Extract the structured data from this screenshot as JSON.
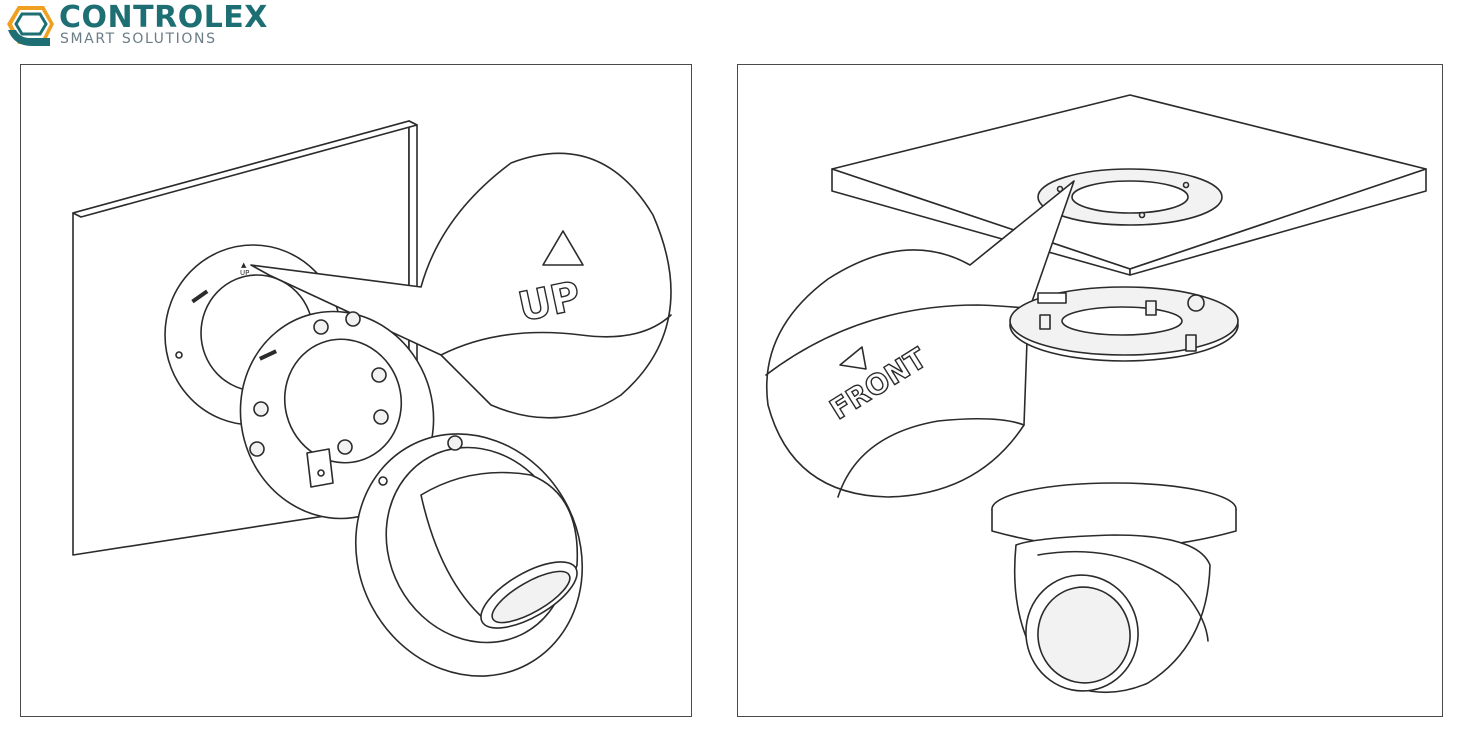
{
  "header": {
    "brand_name": "CONTROLEX",
    "brand_tagline": "SMART SOLUTIONS",
    "logo_colors": {
      "primary": "#1d6f74",
      "accent": "#f0a020",
      "secondary": "#6a7c86"
    }
  },
  "panels": {
    "wall_mount": {
      "marker_label": "UP",
      "plate_label": "UP"
    },
    "ceiling_mount": {
      "marker_label": "FRONT"
    }
  }
}
